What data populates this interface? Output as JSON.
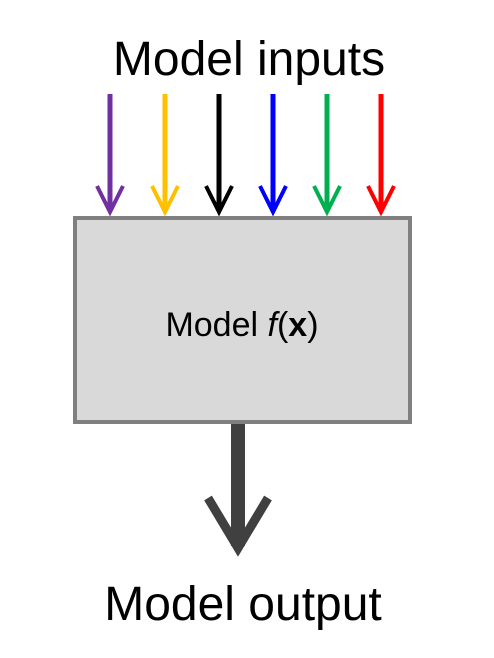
{
  "diagram": {
    "inputs_label": "Model inputs",
    "model_label_prefix": "Model ",
    "model_label_func": "f",
    "model_label_open": "(",
    "model_label_var": "x",
    "model_label_close": ")",
    "output_label": "Model output"
  },
  "colors": {
    "input_arrows": [
      "#7030A0",
      "#FFC000",
      "#000000",
      "#0000FF",
      "#00B050",
      "#FF0000"
    ],
    "box_fill": "#D9D9D9",
    "box_border": "#808080",
    "output_arrow": "#404040"
  }
}
